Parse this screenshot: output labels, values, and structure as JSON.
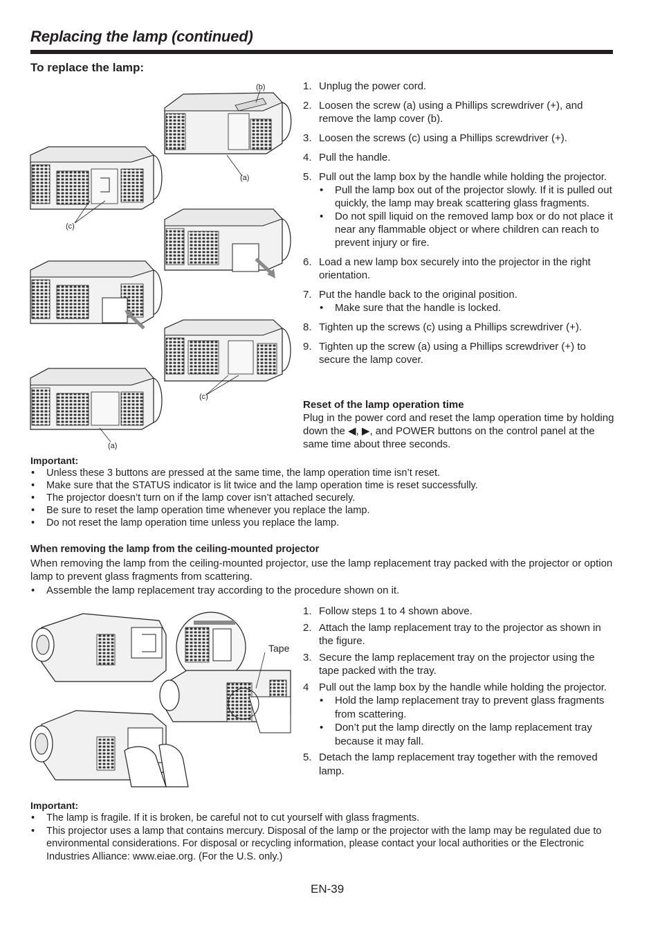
{
  "header": {
    "title": "Replacing the lamp (continued)",
    "subheading": "To replace the lamp:"
  },
  "figure1_labels": {
    "b": "(b)",
    "a_top": "(a)",
    "c_left": "(c)",
    "c_right": "(c)",
    "a_bottom": "(a)"
  },
  "steps": [
    {
      "num": "1.",
      "text": "Unplug the power cord."
    },
    {
      "num": "2.",
      "text": "Loosen the screw (a) using a Phillips screwdriver (+), and remove the lamp cover (b)."
    },
    {
      "num": "3.",
      "text": "Loosen the screws (c) using a Phillips screwdriver (+)."
    },
    {
      "num": "4.",
      "text": "Pull the handle."
    },
    {
      "num": "5.",
      "text": "Pull out the lamp box by the handle while holding the projector.",
      "bullets": [
        "Pull the lamp box out of the projector slowly. If it is pulled out quickly, the lamp may break scattering glass fragments.",
        "Do not spill liquid on the removed lamp box or do not place it near any flammable object or where children can reach to prevent injury or fire."
      ]
    },
    {
      "num": "6.",
      "text": "Load a new lamp box securely into the projector in the right orientation."
    },
    {
      "num": "7.",
      "text": "Put the handle back to the original position.",
      "bullets": [
        "Make sure that the handle is locked."
      ]
    },
    {
      "num": "8.",
      "text": "Tighten up the screws (c) using a Phillips screwdriver (+)."
    },
    {
      "num": "9.",
      "text": "Tighten up the screw (a) using a Phillips screwdriver (+) to secure the lamp cover."
    }
  ],
  "reset": {
    "heading": "Reset of the lamp operation time",
    "text": "Plug in the power cord and reset the lamp operation time by holding down the ◀, ▶, and POWER buttons on the control panel at the same time about three seconds."
  },
  "important1": {
    "heading": "Important:",
    "items": [
      "Unless these 3 buttons are pressed at the same time, the lamp operation time isn’t reset.",
      "Make sure that the STATUS indicator is lit twice and the lamp operation time is reset successfully.",
      "The projector doesn’t turn on if the lamp cover isn’t attached securely.",
      "Be sure to reset the lamp operation time whenever you replace the lamp.",
      "Do not reset the lamp operation time unless you replace the lamp."
    ]
  },
  "ceiling": {
    "heading": "When removing the lamp from the ceiling-mounted projector",
    "text": "When removing the lamp from the ceiling-mounted projector, use the lamp replacement tray packed with the projector or option lamp to prevent glass fragments from scattering.",
    "bullet": "Assemble the lamp replacement tray according to the procedure shown on it."
  },
  "figure2_labels": {
    "tape": "Tape"
  },
  "steps2": [
    {
      "num": "1.",
      "text": "Follow steps 1 to 4 shown above."
    },
    {
      "num": "2.",
      "text": "Attach the lamp replacement tray to the projector as shown in the figure."
    },
    {
      "num": "3.",
      "text": "Secure the lamp replacement tray on the projector using the tape packed with the tray."
    },
    {
      "num": "4",
      "text": "Pull out the lamp box by the handle while holding the projector.",
      "bullets": [
        "Hold the lamp replacement tray to prevent glass fragments from scattering.",
        "Don’t put the lamp directly on the lamp replacement tray because it may fall."
      ]
    },
    {
      "num": "5.",
      "text": "Detach the lamp replacement tray together with the removed lamp."
    }
  ],
  "important2": {
    "heading": "Important:",
    "items": [
      "The lamp is fragile. If it is broken, be careful not to cut yourself with glass fragments.",
      "This projector uses a lamp that contains mercury. Disposal of the lamp or the projector with the lamp may be regulated due to environmental considerations. For disposal or recycling information, please contact your local authorities or the Electronic Industries Alliance: www.eiae.org. (For the U.S. only.)"
    ]
  },
  "footer": {
    "page_number": "EN-39"
  }
}
